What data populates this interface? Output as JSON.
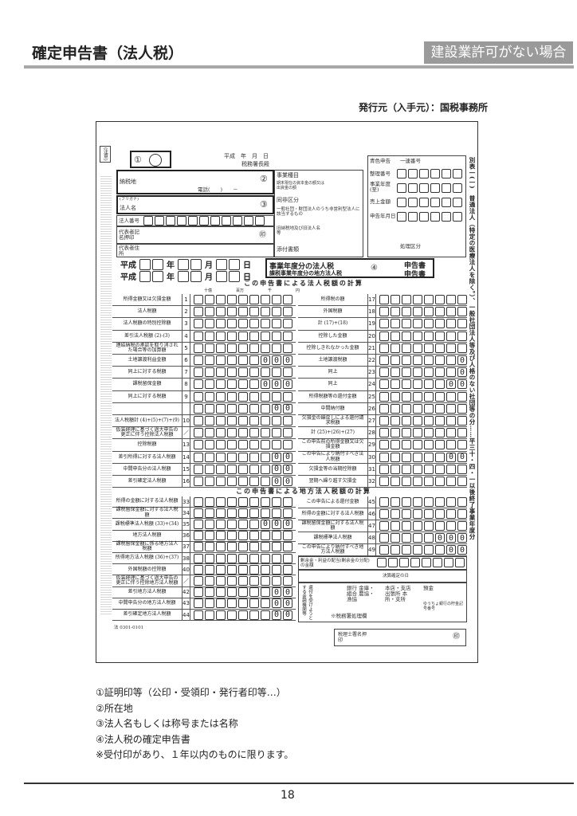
{
  "header": {
    "title": "確定申告書（法人税）",
    "badge": "建設業許可がない場合",
    "issuer": "発行元（入手元）：国税事務所"
  },
  "form": {
    "caution": "(注意)",
    "stamp_num": "①",
    "date_line": "平成　年　月　日",
    "office": "税務署長殿",
    "fields": {
      "address": "納税地",
      "address_num": "②",
      "phone": "電話(　　)　　－",
      "furigana": "(フリガナ)",
      "corp_name": "法人名",
      "corp_name_num": "③",
      "corp_number": "法人番号",
      "rep": "代表者記名押印",
      "rep_addr": "代表者住所",
      "seal": "㊞",
      "business": "事業種目",
      "capital": "期末現在の資本金の額又は出資金の額",
      "same_class": "同非区分",
      "general": "一般社団・財団法人のうち非営利型法人に該当するもの",
      "old_address": "旧納税地及び旧法人名等",
      "attachments": "添付書類",
      "blue": "青色申告",
      "serial": "一連番号",
      "ref_no": "整理番号",
      "fiscal": "事業年度(至)",
      "sales": "売上金額",
      "filed": "申告年月日",
      "process": "処理区分"
    },
    "period": {
      "era": "平成",
      "year": "年",
      "month": "月",
      "day": "日"
    },
    "title_box": {
      "line1": "事業年度分の法人税",
      "line2": "課税事業年度分の地方法人税",
      "num": "④",
      "suffix1": "申告書",
      "suffix2": "申告書"
    },
    "sec1": "この申告書による法人税額の計算",
    "sec2": "この申告書による地方法人税額の計算",
    "units": [
      "十億",
      "百万",
      "千",
      "円"
    ],
    "calc_left": [
      {
        "no": "1",
        "label": "所得金額又は欠損金額",
        "zeros": ""
      },
      {
        "no": "2",
        "label": "法人税額",
        "zeros": ""
      },
      {
        "no": "3",
        "label": "法人税額の特別控除額",
        "zeros": ""
      },
      {
        "no": "4",
        "label": "差引法人税額 (2)-(3)",
        "zeros": ""
      },
      {
        "no": "5",
        "label": "連結納税の承認を取り消された場合等の加算額",
        "zeros": ""
      },
      {
        "no": "6",
        "label": "土地譲渡利益金額",
        "zeros": "000"
      },
      {
        "no": "7",
        "label": "同上に対する税額",
        "zeros": ""
      },
      {
        "no": "8",
        "label": "課税留保金額",
        "zeros": "000"
      },
      {
        "no": "9",
        "label": "同上に対する税額",
        "zeros": ""
      },
      {
        "no": "",
        "label": "",
        "zeros": "00"
      },
      {
        "no": "10",
        "label": "法人税額計 (4)+(5)+(7)+(9)",
        "zeros": ""
      },
      {
        "no": "／",
        "label": "仮装経理に基づく過大申告の更正に伴う控除法人税額",
        "zeros": ""
      },
      {
        "no": "13",
        "label": "控除税額",
        "zeros": ""
      },
      {
        "no": "14",
        "label": "差引所得に対する法人税額",
        "zeros": "00"
      },
      {
        "no": "15",
        "label": "中間申告分の法人税額",
        "zeros": "00"
      },
      {
        "no": "16",
        "label": "差引確定法人税額",
        "zeros": "00"
      }
    ],
    "calc_right": [
      {
        "no": "17",
        "label": "所得税の額",
        "zeros": ""
      },
      {
        "no": "18",
        "label": "外国税額",
        "zeros": ""
      },
      {
        "no": "19",
        "label": "計 (17)+(18)",
        "zeros": ""
      },
      {
        "no": "20",
        "label": "控除した金額",
        "zeros": ""
      },
      {
        "no": "21",
        "label": "控除しきれなかった金額",
        "zeros": ""
      },
      {
        "no": "22",
        "label": "土地譲渡税額",
        "zeros": "0"
      },
      {
        "no": "23",
        "label": "同上",
        "zeros": "0"
      },
      {
        "no": "24",
        "label": "同上",
        "zeros": "00"
      },
      {
        "no": "25",
        "label": "所得税額等の還付金額",
        "zeros": ""
      },
      {
        "no": "26",
        "label": "中間納付額",
        "zeros": ""
      },
      {
        "no": "27",
        "label": "欠損金の繰戻しによる還付請求税額",
        "zeros": ""
      },
      {
        "no": "28",
        "label": "計 (25)+(26)+(27)",
        "zeros": ""
      },
      {
        "no": "29",
        "label": "この申告前の所得金額又は欠損金額",
        "zeros": ""
      },
      {
        "no": "30",
        "label": "この申告により納付すべき法人税額",
        "zeros": "00"
      },
      {
        "no": "31",
        "label": "欠損金等の当期控除額",
        "zeros": ""
      },
      {
        "no": "32",
        "label": "翌期へ繰り越す欠損金",
        "zeros": ""
      }
    ],
    "local_left": [
      {
        "no": "33",
        "label": "所得の金額に対する法人税額",
        "zeros": ""
      },
      {
        "no": "34",
        "label": "課税留保金額に対する法人税額",
        "zeros": ""
      },
      {
        "no": "35",
        "label": "課税標準法人税額 (33)+(34)",
        "zeros": "000"
      },
      {
        "no": "36",
        "label": "地方法人税額",
        "zeros": ""
      },
      {
        "no": "37",
        "label": "課税留保金額に係る地方法人税額",
        "zeros": ""
      },
      {
        "no": "38",
        "label": "所得地方法人税額 (36)+(37)",
        "zeros": ""
      },
      {
        "no": "40",
        "label": "外国税額の控除額",
        "zeros": ""
      },
      {
        "no": "／",
        "label": "仮装経理に基づく過大申告の更正に伴う控除地方法人税額",
        "zeros": ""
      },
      {
        "no": "42",
        "label": "差引地方法人税額",
        "zeros": "00"
      },
      {
        "no": "43",
        "label": "中間申告分の地方法人税額",
        "zeros": "00"
      },
      {
        "no": "44",
        "label": "差引確定地方法人税額",
        "zeros": "00"
      }
    ],
    "local_right": [
      {
        "no": "45",
        "label": "この申告による還付金額",
        "zeros": ""
      },
      {
        "no": "46",
        "label": "所得の金額に対する法人税額",
        "zeros": ""
      },
      {
        "no": "47",
        "label": "課税留保金額に対する法人税額",
        "zeros": ""
      },
      {
        "no": "48",
        "label": "課税標準法人税額",
        "zeros": "000"
      },
      {
        "no": "49",
        "label": "この申告により納付すべき地方法人税額",
        "zeros": "00"
      }
    ],
    "surplus": "剰余金・利益の配当(剰余金の分配)の金額",
    "settlement": "決算確定の日",
    "bank": {
      "title": "還付を受けようとする金融機関等",
      "bank": "銀行 金庫・組合 農協・漁協",
      "branch": "本店・支店 出張所 本所・支所",
      "deposit": "預金",
      "post": "ゆうちょ銀行の貯金記号番号",
      "office_use": "※税務署処理欄"
    },
    "form_code": "法 0301-0101",
    "tax_accountant": "税理士署名押印",
    "side": "別表一(一)　普通法人（特定の医療法人を除く。）、一般社団法人等及び人格のない社団等の分……平三十・四・一以後終了事業年度分"
  },
  "notes": [
    "①証明印等（公印・受領印・発行者印等…）",
    "②所在地",
    "③法人名もしくは称号または名称",
    "④法人税の確定申告書",
    "※受付印があり、１年以内のものに限ります。"
  ],
  "page_number": "18"
}
